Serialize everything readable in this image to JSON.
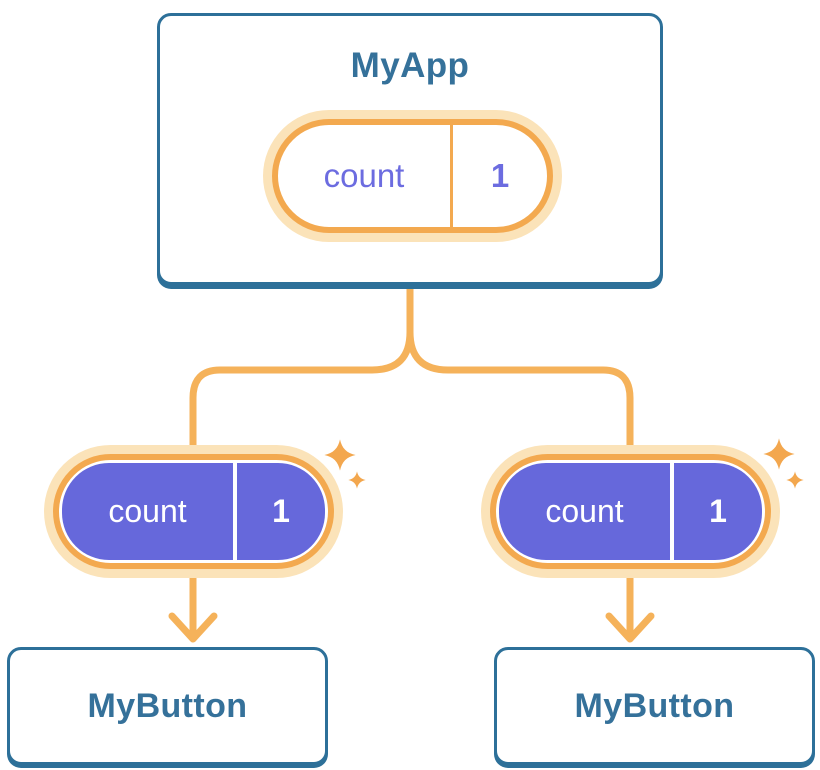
{
  "diagram": {
    "root": {
      "title": "MyApp",
      "state": {
        "name": "count",
        "value": "1"
      }
    },
    "children": [
      {
        "title": "MyButton",
        "state": {
          "name": "count",
          "value": "1"
        }
      },
      {
        "title": "MyButton",
        "state": {
          "name": "count",
          "value": "1"
        }
      }
    ],
    "icons": {
      "sparkle_icon": "✦",
      "arrow_down_icon": "↓"
    },
    "colors": {
      "node_border_blue": "#2D7099",
      "node_text_blue": "#35719A",
      "pill_ring_orange": "#F3A94F",
      "pill_halo_orange": "#FBE3B9",
      "connector_orange": "#F5B25A",
      "state_fill_purple": "#6668DB",
      "state_text_purple": "#6C6CE0",
      "background": "#FFFFFF"
    }
  }
}
